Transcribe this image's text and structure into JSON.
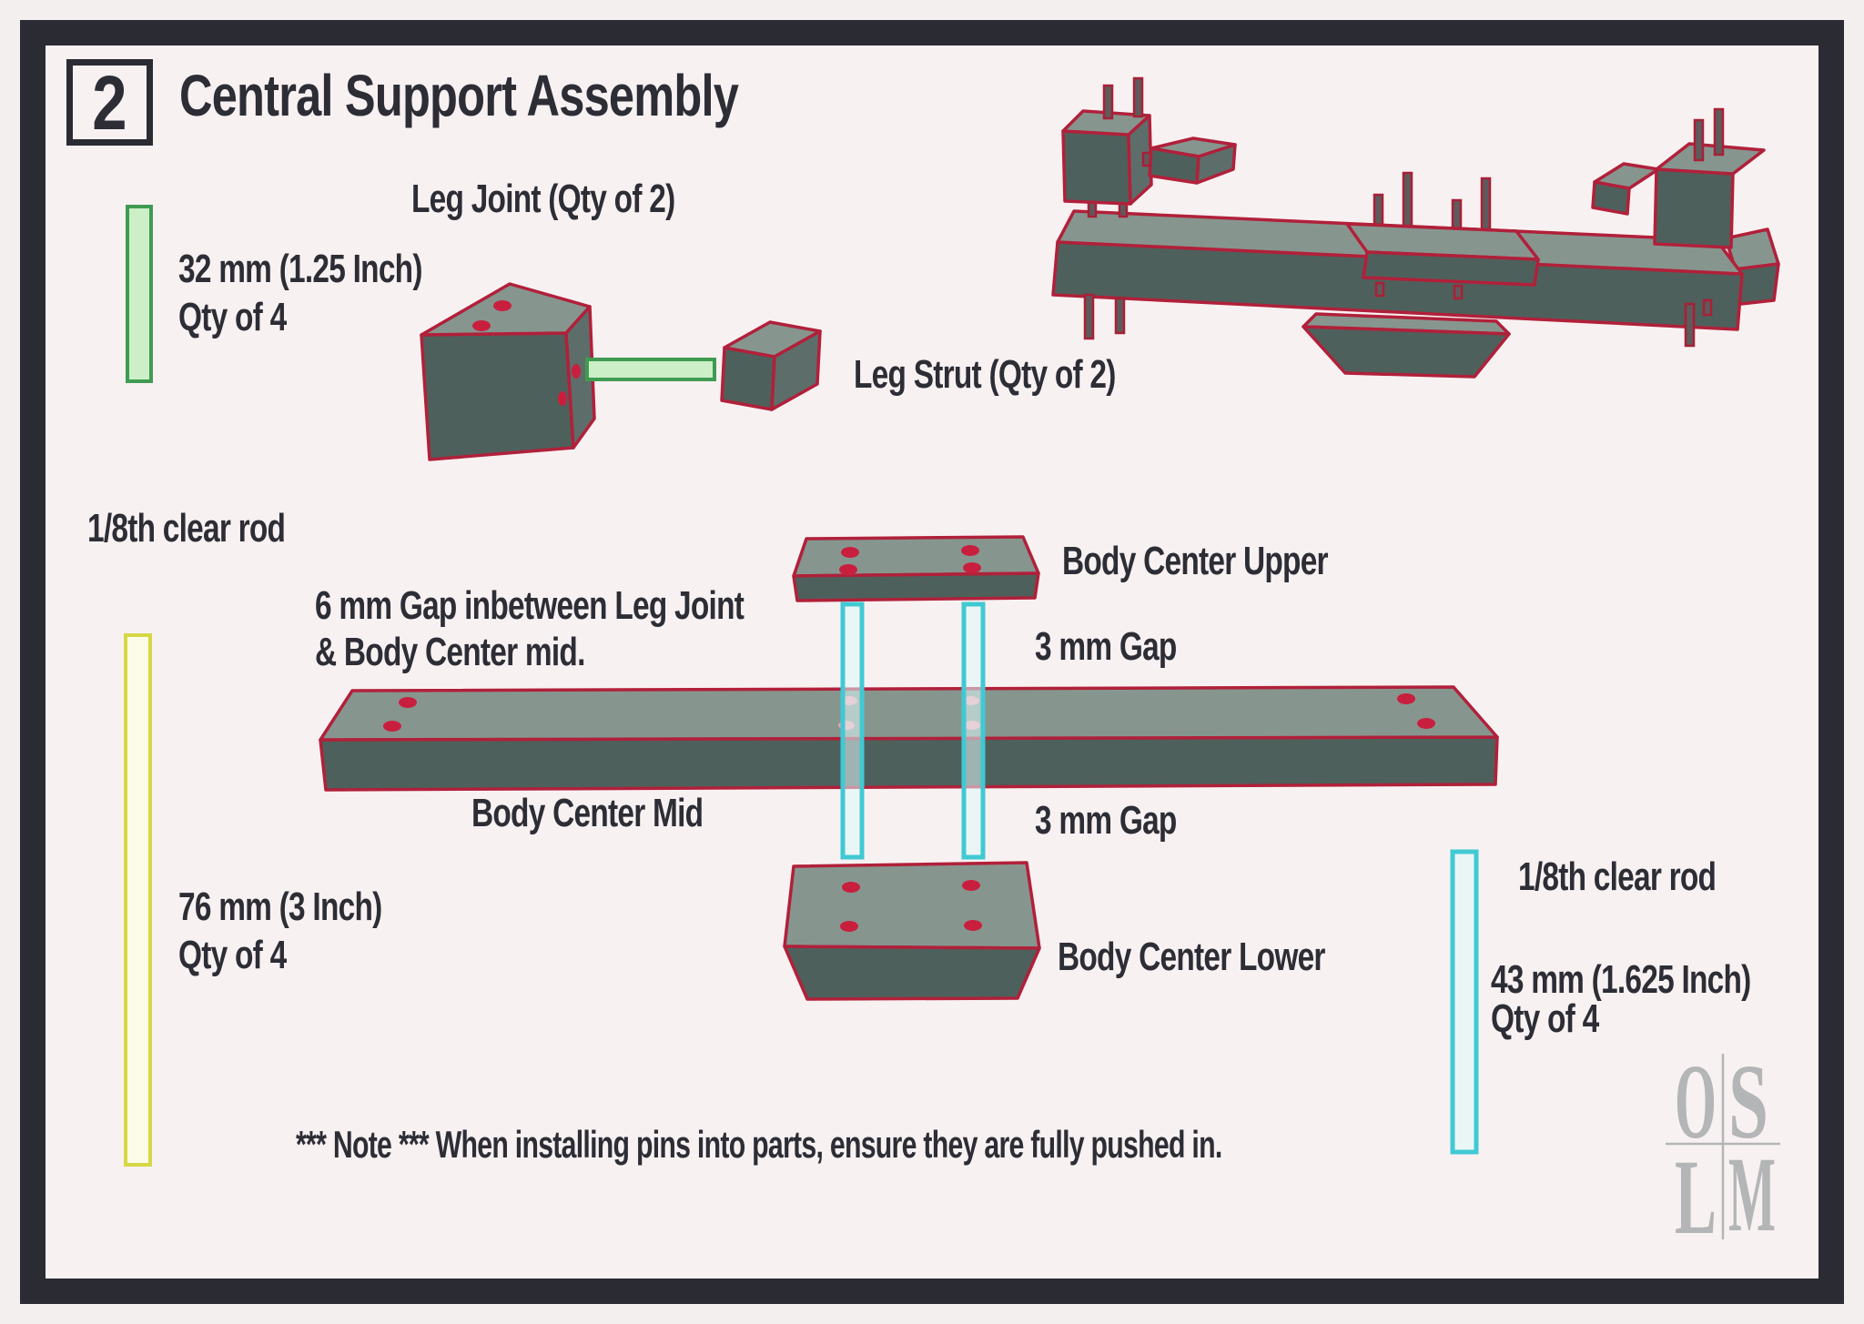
{
  "page": {
    "step_number": "2",
    "title": "Central Support Assembly"
  },
  "labels": {
    "leg_joint": "Leg Joint (Qty of 2)",
    "leg_strut": "Leg Strut (Qty of 2)",
    "clear_rod_left": "1/8th clear rod",
    "clear_rod_right": "1/8th clear rod",
    "gap_note_line1": "6 mm Gap inbetween Leg Joint",
    "gap_note_line2": "& Body Center mid.",
    "body_center_upper": "Body Center Upper",
    "body_center_mid": "Body Center Mid",
    "body_center_lower": "Body Center Lower",
    "gap_top": "3 mm Gap",
    "gap_bottom": "3 mm Gap"
  },
  "specs": {
    "green_rod_length": "32 mm (1.25 Inch)",
    "green_rod_qty": "Qty of 4",
    "yellow_rod_length": "76 mm (3 Inch)",
    "yellow_rod_qty": "Qty of 4",
    "cyan_rod_length": "43 mm (1.625 Inch)",
    "cyan_rod_qty": "Qty of 4"
  },
  "note": "*** Note *** When installing pins into parts, ensure they are fully pushed in.",
  "logo": {
    "letters": [
      "O",
      "S",
      "L",
      "M"
    ]
  },
  "colors": {
    "frame": "#2b2b33",
    "background": "#f8f1f2",
    "text": "#2d2d35",
    "part_top_face": "#86968f",
    "part_front_face": "#4e605c",
    "part_edge": "#b1203a",
    "pin_hole_dot": "#c91f3e",
    "rod_green_fill": "#ccefc8",
    "rod_green_stroke": "#409b52",
    "rod_yellow_fill": "#fdfce9",
    "rod_yellow_stroke": "#d5d844",
    "rod_cyan_fill": "#dff9f9",
    "rod_cyan_stroke": "#41c9d3",
    "logo_gray": "#b3b5b6"
  }
}
